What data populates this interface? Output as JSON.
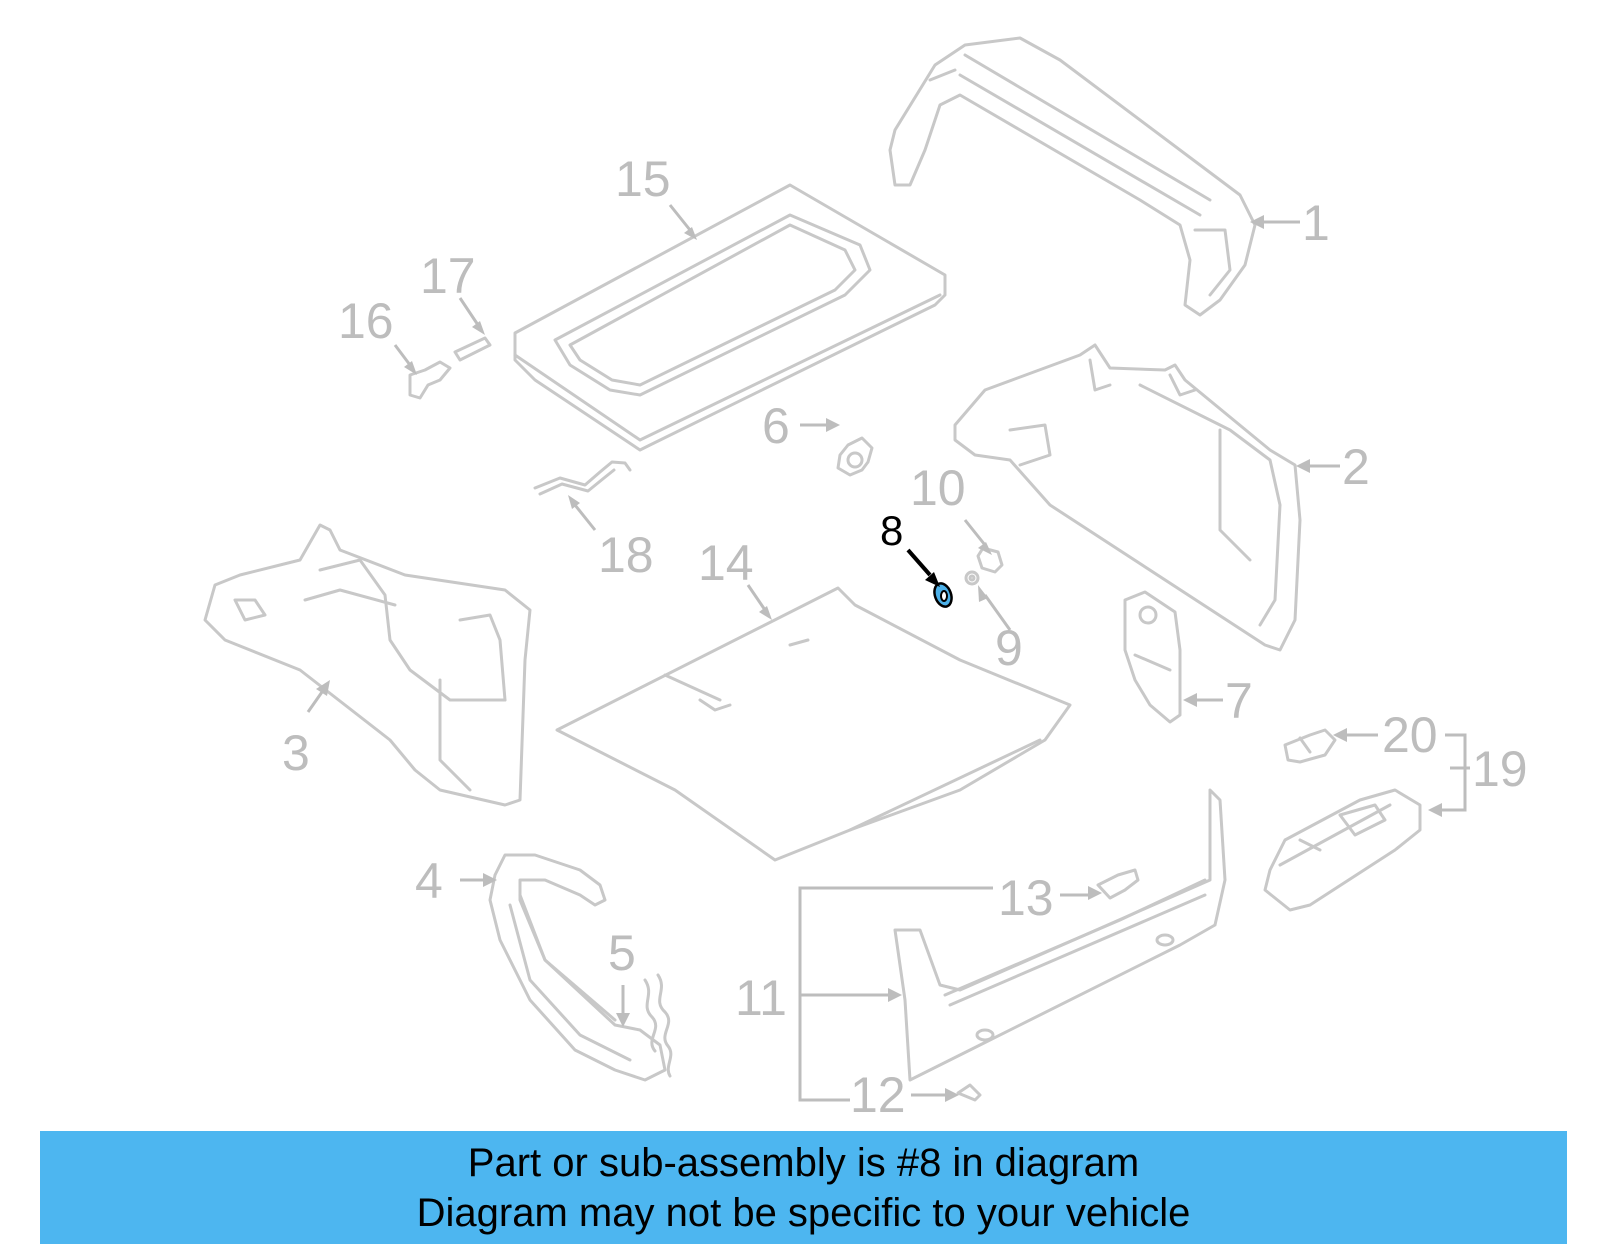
{
  "highlighted_part": "8",
  "callouts": {
    "c1": "1",
    "c2": "2",
    "c3": "3",
    "c4": "4",
    "c5": "5",
    "c6": "6",
    "c7": "7",
    "c8": "8",
    "c9": "9",
    "c10": "10",
    "c11": "11",
    "c12": "12",
    "c13": "13",
    "c14": "14",
    "c15": "15",
    "c16": "16",
    "c17": "17",
    "c18": "18",
    "c19": "19",
    "c20": "20"
  },
  "banner": {
    "line1": "Part or sub-assembly is #8 in diagram",
    "line2": "Diagram may not be specific to your vehicle"
  },
  "colors": {
    "banner_bg": "#4db6f0",
    "part_line": "#c8c8c8",
    "callout_text": "#bdbdbd",
    "highlight": "#000000",
    "highlight_fill": "#4cb0e8"
  }
}
